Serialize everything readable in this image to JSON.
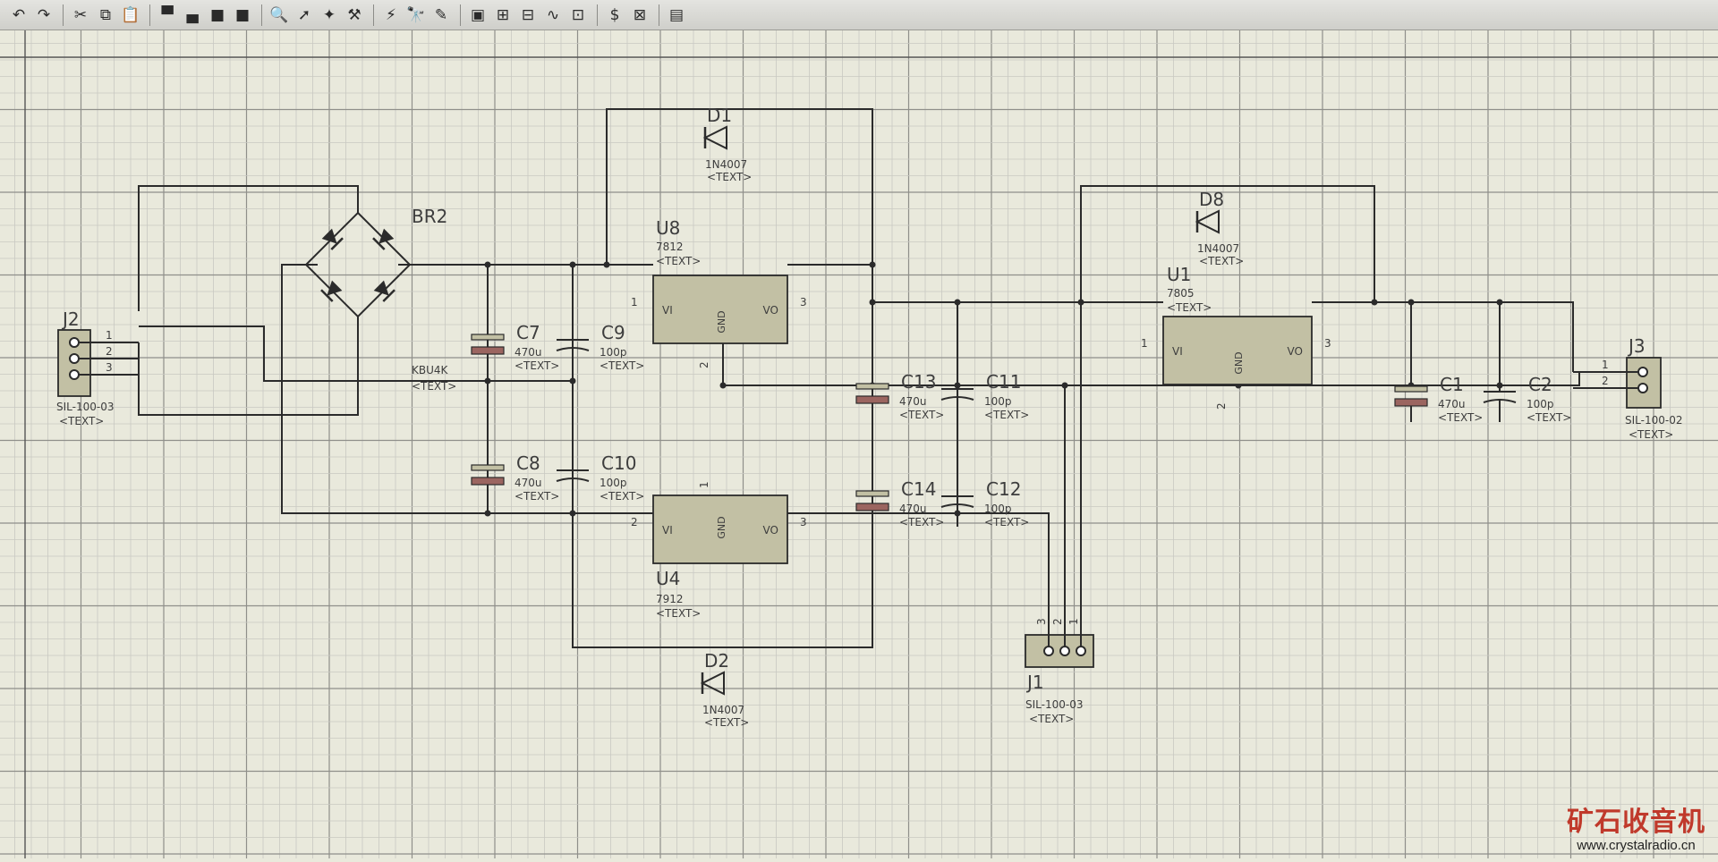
{
  "toolbar": {
    "buttons": [
      {
        "name": "undo-icon",
        "glyph": "↶"
      },
      {
        "name": "redo-icon",
        "glyph": "↷"
      },
      {
        "sep": true
      },
      {
        "name": "cut-icon",
        "glyph": "✂"
      },
      {
        "name": "copy-icon",
        "glyph": "⧉"
      },
      {
        "name": "paste-icon",
        "glyph": "📋"
      },
      {
        "sep": true
      },
      {
        "name": "block-copy-icon",
        "glyph": "▀"
      },
      {
        "name": "block-move-icon",
        "glyph": "▄"
      },
      {
        "name": "block-rotate-icon",
        "glyph": "■"
      },
      {
        "name": "block-delete-icon",
        "glyph": "■"
      },
      {
        "sep": true
      },
      {
        "name": "zoom-icon",
        "glyph": "🔍"
      },
      {
        "name": "pick-device-icon",
        "glyph": "➚"
      },
      {
        "name": "make-device-icon",
        "glyph": "✦"
      },
      {
        "name": "packaging-tool-icon",
        "glyph": "⚒"
      },
      {
        "sep": true
      },
      {
        "name": "wire-autorouter-icon",
        "glyph": "⚡"
      },
      {
        "name": "search-tag-icon",
        "glyph": "🔭"
      },
      {
        "name": "property-tool-icon",
        "glyph": "✎"
      },
      {
        "sep": true
      },
      {
        "name": "new-sheet-icon",
        "glyph": "▣"
      },
      {
        "name": "add-sheet-icon",
        "glyph": "⊞"
      },
      {
        "name": "remove-sheet-icon",
        "glyph": "⊟"
      },
      {
        "name": "exit-sheet-icon",
        "glyph": "∿"
      },
      {
        "name": "bill-of-materials-icon",
        "glyph": "⊡"
      },
      {
        "sep": true
      },
      {
        "name": "netlist-icon",
        "glyph": "$"
      },
      {
        "name": "electrical-rule-check-icon",
        "glyph": "⊠"
      },
      {
        "sep": true
      },
      {
        "name": "ares-icon",
        "glyph": "▤"
      }
    ]
  },
  "watermark": {
    "site_cn": "矿石收音机",
    "url": "www.crystalradio.cn"
  },
  "colors": {
    "grid_minor": "#c8c8c2",
    "grid_major": "#8f8f8a",
    "wire": "#2b2b2b",
    "body": "#c2c0a4",
    "body_stroke": "#2b2b2b",
    "plate_red": "#9b6560",
    "text": "#3d3d3d",
    "watermark_red": "#c0392b"
  },
  "components": [
    {
      "id": "J2",
      "ref": "J2",
      "value": "SIL-100-03",
      "text": "<TEXT>",
      "pins": [
        "1",
        "2",
        "3"
      ]
    },
    {
      "id": "BR2",
      "ref": "BR2",
      "value": "KBU4K",
      "text": "<TEXT>"
    },
    {
      "id": "C7",
      "ref": "C7",
      "value": "470u",
      "text": "<TEXT>"
    },
    {
      "id": "C9",
      "ref": "C9",
      "value": "100p",
      "text": "<TEXT>"
    },
    {
      "id": "C8",
      "ref": "C8",
      "value": "470u",
      "text": "<TEXT>"
    },
    {
      "id": "C10",
      "ref": "C10",
      "value": "100p",
      "text": "<TEXT>"
    },
    {
      "id": "D1",
      "ref": "D1",
      "value": "1N4007",
      "text": "<TEXT>"
    },
    {
      "id": "D2",
      "ref": "D2",
      "value": "1N4007",
      "text": "<TEXT>"
    },
    {
      "id": "U8",
      "ref": "U8",
      "value": "7812",
      "text": "<TEXT>",
      "vi": "VI",
      "vo": "VO",
      "gnd": "GND",
      "pin_in": "1",
      "pin_out": "3",
      "pin_gnd": "2"
    },
    {
      "id": "U4",
      "ref": "U4",
      "value": "7912",
      "text": "<TEXT>",
      "vi": "VI",
      "vo": "VO",
      "gnd": "GND",
      "pin_in": "2",
      "pin_out": "3",
      "pin_gnd": "1"
    },
    {
      "id": "C13",
      "ref": "C13",
      "value": "470u",
      "text": "<TEXT>"
    },
    {
      "id": "C11",
      "ref": "C11",
      "value": "100p",
      "text": "<TEXT>"
    },
    {
      "id": "C14",
      "ref": "C14",
      "value": "470u",
      "text": "<TEXT>"
    },
    {
      "id": "C12",
      "ref": "C12",
      "value": "100p",
      "text": "<TEXT>"
    },
    {
      "id": "J1",
      "ref": "J1",
      "value": "SIL-100-03",
      "text": "<TEXT>",
      "pins": [
        "3",
        "2",
        "1"
      ]
    },
    {
      "id": "D8",
      "ref": "D8",
      "value": "1N4007",
      "text": "<TEXT>"
    },
    {
      "id": "U1",
      "ref": "U1",
      "value": "7805",
      "text": "<TEXT>",
      "vi": "VI",
      "vo": "VO",
      "gnd": "GND",
      "pin_in": "1",
      "pin_out": "3",
      "pin_gnd": "2"
    },
    {
      "id": "C1",
      "ref": "C1",
      "value": "470u",
      "text": "<TEXT>"
    },
    {
      "id": "C2",
      "ref": "C2",
      "value": "100p",
      "text": "<TEXT>"
    },
    {
      "id": "J3",
      "ref": "J3",
      "value": "SIL-100-02",
      "text": "<TEXT>",
      "pins": [
        "1",
        "2"
      ]
    }
  ]
}
